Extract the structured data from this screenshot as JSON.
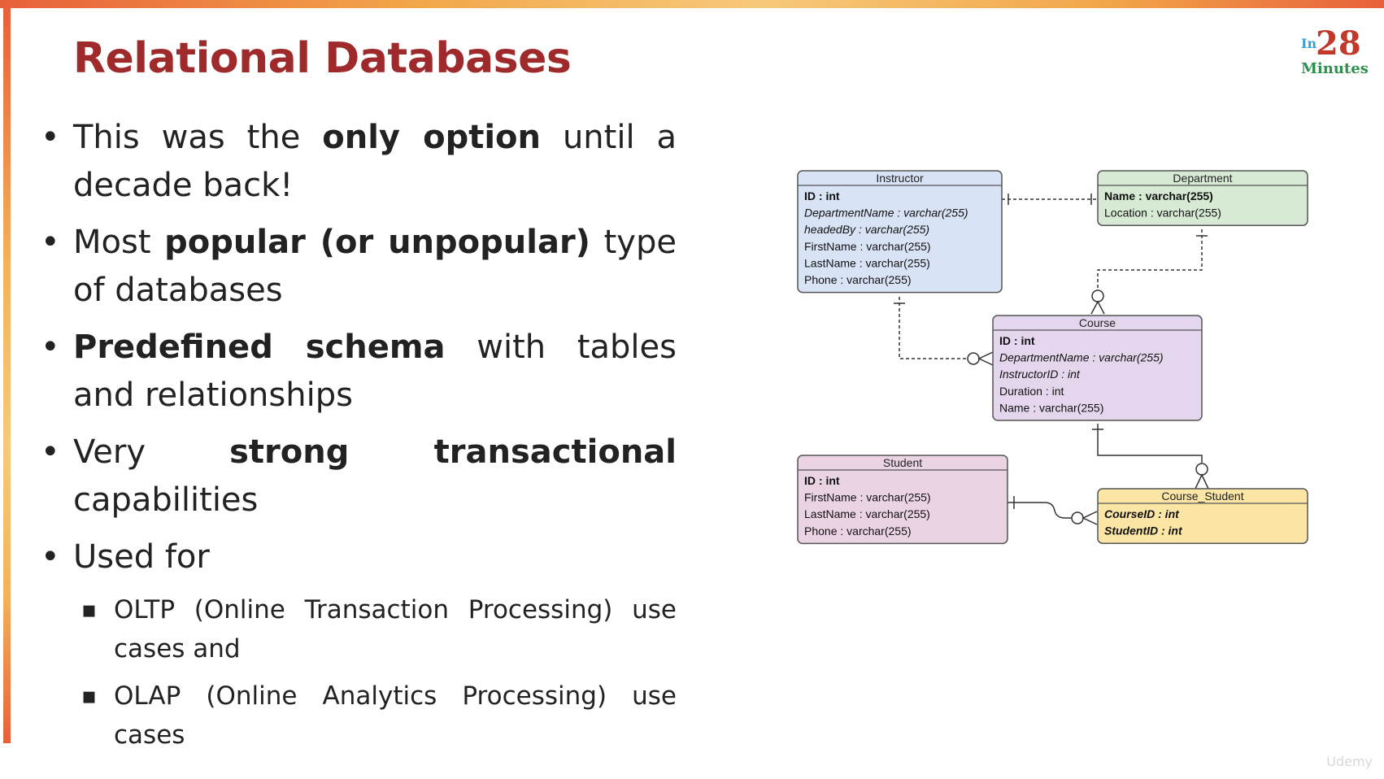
{
  "slide": {
    "title": "Relational Databases",
    "logo": {
      "in": "In",
      "number": "28",
      "minutes": "Minutes"
    },
    "watermark": "Udemy"
  },
  "bullets": [
    {
      "parts": [
        {
          "text": "This was the ",
          "bold": false
        },
        {
          "text": "only option",
          "bold": true
        },
        {
          "text": " until a decade back!",
          "bold": false
        }
      ]
    },
    {
      "parts": [
        {
          "text": "Most ",
          "bold": false
        },
        {
          "text": "popular (or unpopular)",
          "bold": true
        },
        {
          "text": " type of databases",
          "bold": false
        }
      ]
    },
    {
      "parts": [
        {
          "text": "Predefined schema",
          "bold": true
        },
        {
          "text": " with tables and relationships",
          "bold": false
        }
      ]
    },
    {
      "parts": [
        {
          "text": "Very ",
          "bold": false
        },
        {
          "text": "strong transactional",
          "bold": true
        },
        {
          "text": " capabilities",
          "bold": false
        }
      ]
    },
    {
      "parts": [
        {
          "text": "Used for",
          "bold": false
        }
      ],
      "subitems": [
        "OLTP (Online Transaction Processing) use cases and",
        "OLAP (Online Analytics Processing) use cases"
      ]
    }
  ],
  "diagram": {
    "entities": {
      "instructor": {
        "title": "Instructor",
        "color": "#d8e3f6",
        "fields": [
          {
            "text": "ID : int",
            "style": "bold"
          },
          {
            "text": "DepartmentName : varchar(255)",
            "style": "italic"
          },
          {
            "text": "headedBy : varchar(255)",
            "style": "italic"
          },
          {
            "text": "FirstName : varchar(255)",
            "style": "normal"
          },
          {
            "text": "LastName : varchar(255)",
            "style": "normal"
          },
          {
            "text": "Phone : varchar(255)",
            "style": "normal"
          }
        ]
      },
      "department": {
        "title": "Department",
        "color": "#d6ead4",
        "fields": [
          {
            "text": "Name : varchar(255)",
            "style": "bold"
          },
          {
            "text": "Location : varchar(255)",
            "style": "normal"
          }
        ]
      },
      "course": {
        "title": "Course",
        "color": "#e4d6ec",
        "fields": [
          {
            "text": "ID : int",
            "style": "bold"
          },
          {
            "text": "DepartmentName : varchar(255)",
            "style": "italic"
          },
          {
            "text": "InstructorID : int",
            "style": "italic"
          },
          {
            "text": "Duration : int",
            "style": "normal"
          },
          {
            "text": "Name : varchar(255)",
            "style": "normal"
          }
        ]
      },
      "student": {
        "title": "Student",
        "color": "#ead3e2",
        "fields": [
          {
            "text": "ID : int",
            "style": "bold"
          },
          {
            "text": "FirstName : varchar(255)",
            "style": "normal"
          },
          {
            "text": "LastName : varchar(255)",
            "style": "normal"
          },
          {
            "text": "Phone : varchar(255)",
            "style": "normal"
          }
        ]
      },
      "course_student": {
        "title": "Course_Student",
        "color": "#fbe6a6",
        "fields": [
          {
            "text": "CourseID : int",
            "style": "bolditalic"
          },
          {
            "text": "StudentID : int",
            "style": "bolditalic"
          }
        ]
      }
    }
  },
  "colors": {
    "title": "#9e2a2b",
    "accent_orange": "#e8603a",
    "box_border": "#555555"
  }
}
